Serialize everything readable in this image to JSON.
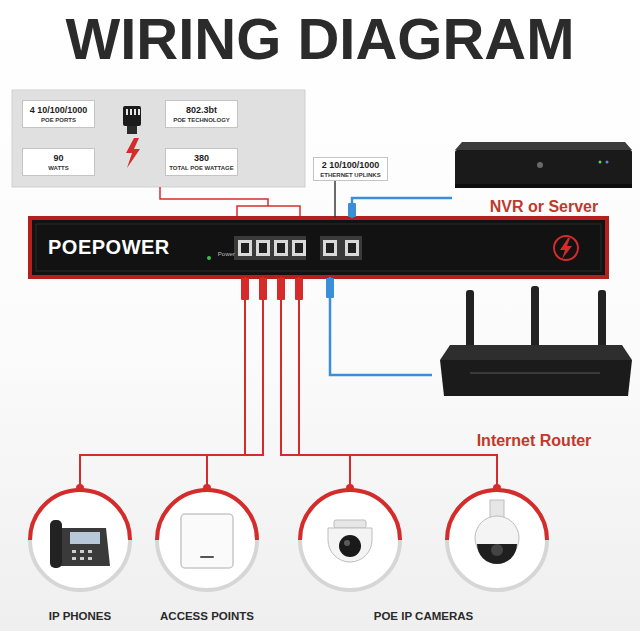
{
  "diagram": {
    "title": "WIRING DIAGRAM",
    "nodes": [
      {
        "text": [
          "4 10/100/1000",
          "POE PORTS"
        ]
      },
      {
        "text": [
          "802.3bt",
          "POE TECHNOLOGY"
        ]
      },
      {
        "text": [
          "90",
          "WATTS"
        ]
      },
      {
        "text": [
          "380",
          "TOTAL POE WATTAGE"
        ]
      },
      {
        "text": [
          "2 10/100/1000",
          "ETHERNET UPLINKS"
        ]
      },
      {
        "text": [
          "POEPOWER",
          "Power"
        ]
      },
      {
        "text": [
          "NVR or Server"
        ]
      },
      {
        "text": [
          "Internet Router"
        ]
      },
      {
        "text": [
          "IP PHONES"
        ]
      },
      {
        "text": [
          "ACCESS POINTS"
        ]
      },
      {
        "text": [
          "POE IP CAMERAS"
        ]
      }
    ],
    "edges": [
      {
        "from": 4,
        "to": 5,
        "arrow": "none"
      },
      {
        "from": 5,
        "to": 6,
        "arrow": "none"
      },
      {
        "from": 5,
        "to": 7,
        "arrow": "none"
      },
      {
        "from": 5,
        "to": 8,
        "arrow": "none"
      },
      {
        "from": 5,
        "to": 9,
        "arrow": "none"
      },
      {
        "from": 5,
        "to": 10,
        "arrow": "none"
      }
    ]
  }
}
